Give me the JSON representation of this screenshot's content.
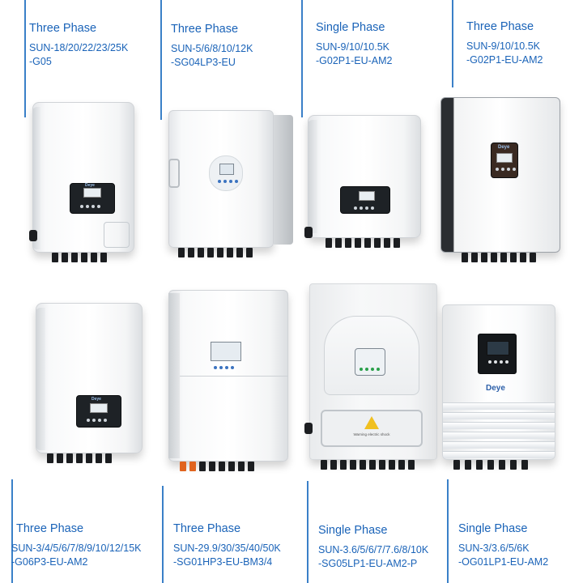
{
  "cells": [
    {
      "phase": "Three Phase",
      "model_line1": "SUN-18/20/22/23/25K",
      "model_line2": "-G05"
    },
    {
      "phase": "Three Phase",
      "model_line1": "SUN-5/6/8/10/12K",
      "model_line2": "-SG04LP3-EU"
    },
    {
      "phase": "Single Phase",
      "model_line1": "SUN-9/10/10.5K",
      "model_line2": "-G02P1-EU-AM2"
    },
    {
      "phase": "Three Phase",
      "model_line1": "SUN-9/10/10.5K",
      "model_line2": "-G02P1-EU-AM2"
    },
    {
      "phase": "Three Phase",
      "model_line1": "SUN-3/4/5/6/7/8/9/10/12/15K",
      "model_line2": "-G06P3-EU-AM2"
    },
    {
      "phase": "Three Phase",
      "model_line1": "SUN-29.9/30/35/40/50K",
      "model_line2": "-SG01HP3-EU-BM3/4"
    },
    {
      "phase": "Single Phase",
      "model_line1": "SUN-3.6/5/6/7/7.6/8/10K",
      "model_line2": "-SG05LP1-EU-AM2-P"
    },
    {
      "phase": "Single Phase",
      "model_line1": "SUN-3/3.6/5/6K",
      "model_line2": "-OG01LP1-EU-AM2"
    }
  ],
  "brand_text": "Deye",
  "warning_label": "Warning electric shock",
  "colors": {
    "label_blue": "#1a63b8",
    "line_blue": "#3a80c8"
  }
}
